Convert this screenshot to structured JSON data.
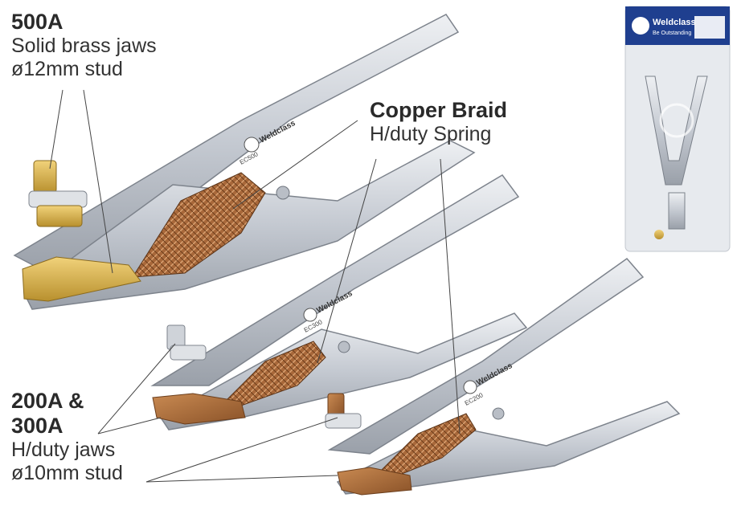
{
  "labels": {
    "clamp_500": {
      "title": "500A",
      "line1": "Solid brass jaws",
      "line2": "ø12mm stud"
    },
    "copper": {
      "title": "Copper Braid",
      "line1": "H/duty Spring"
    },
    "clamp_200_300": {
      "title1": "200A &",
      "title2": "300A",
      "line1": "H/duty jaws",
      "line2": "ø10mm stud"
    }
  },
  "brand": {
    "name": "Weldclass",
    "tagline": "Be Outstanding",
    "models": [
      "EC500",
      "EC300",
      "EC200"
    ]
  },
  "colors": {
    "steel": "#c9ced6",
    "steel_dark": "#8d939c",
    "brass": "#d9b24c",
    "copper": "#b0703c",
    "bag_blue": "#1f3f8f"
  }
}
